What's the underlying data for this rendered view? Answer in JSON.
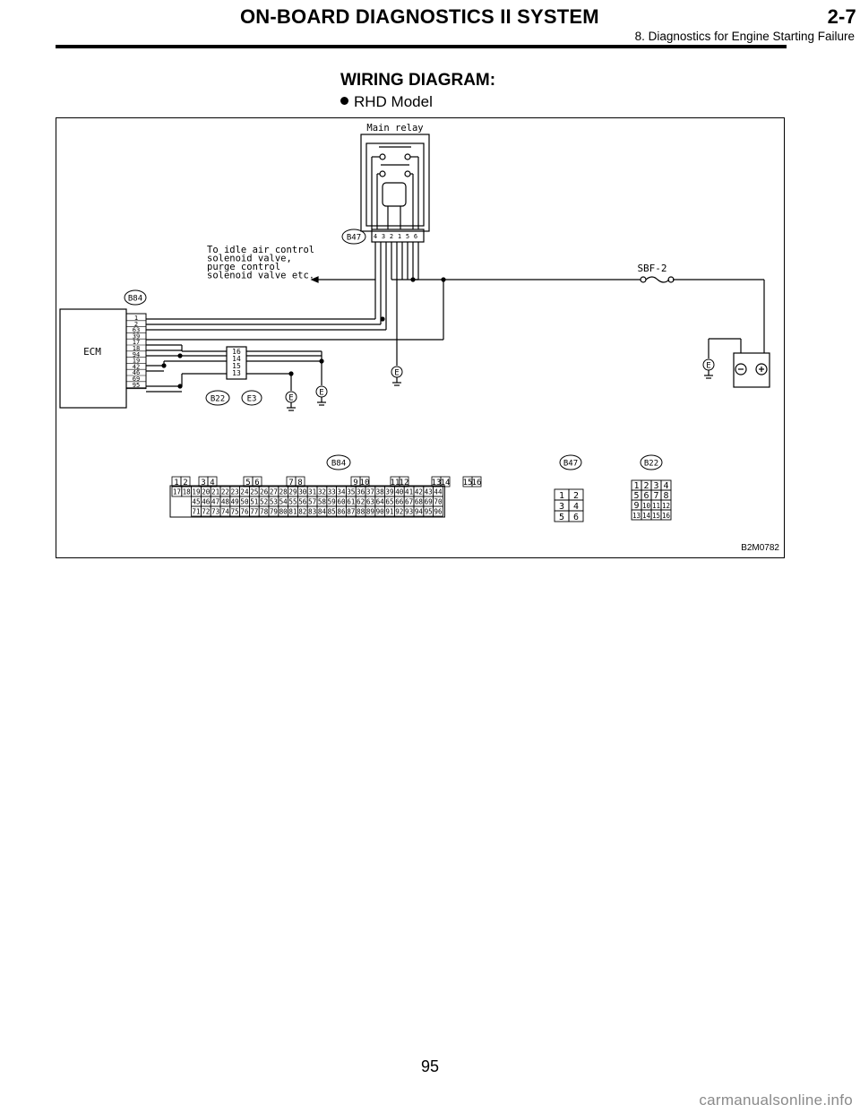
{
  "header": {
    "title": "ON-BOARD DIAGNOSTICS II SYSTEM",
    "section_number": "2-7",
    "subtitle": "8. Diagnostics for Engine Starting Failure"
  },
  "section": {
    "title": "WIRING DIAGRAM:",
    "model": "RHD Model"
  },
  "diagram": {
    "figure_id": "B2M0782",
    "main_relay_label": "Main relay",
    "relay_connector": "B47",
    "relay_pins": [
      "4",
      "3",
      "2",
      "1",
      "5",
      "6"
    ],
    "destination_label": [
      "To idle air control",
      "solenoid valve,",
      "purge control",
      "solenoid valve etc."
    ],
    "fuse_label": "SBF-2",
    "ecm_label": "ECM",
    "ecm_connector": "B84",
    "ecm_pins": [
      "1",
      "2",
      "63",
      "39",
      "17",
      "18",
      "94",
      "19",
      "42",
      "46",
      "69",
      "95"
    ],
    "joint_pins": [
      "16",
      "14",
      "15",
      "13"
    ],
    "joint_connectors": [
      "B22",
      "E3"
    ],
    "ground_symbol": "E",
    "connector_views": {
      "b84": {
        "label": "B84",
        "top_row": [
          "1",
          "2",
          "3",
          "4",
          "5",
          "6",
          "7",
          "8",
          "9",
          "10",
          "11",
          "12",
          "13",
          "14",
          "15",
          "16"
        ],
        "row1": [
          "17",
          "18",
          "19",
          "20",
          "21",
          "22",
          "23",
          "24",
          "25",
          "26",
          "27",
          "28",
          "29",
          "30",
          "31",
          "32",
          "33",
          "34",
          "35",
          "36",
          "37",
          "38",
          "39",
          "40",
          "41",
          "42",
          "43",
          "44"
        ],
        "row2": [
          "45",
          "46",
          "47",
          "48",
          "49",
          "50",
          "51",
          "52",
          "53",
          "54",
          "55",
          "56",
          "57",
          "58",
          "59",
          "60",
          "61",
          "62",
          "63",
          "64",
          "65",
          "66",
          "67",
          "68",
          "69",
          "70"
        ],
        "row3": [
          "71",
          "72",
          "73",
          "74",
          "75",
          "76",
          "77",
          "78",
          "79",
          "80",
          "81",
          "82",
          "83",
          "84",
          "85",
          "86",
          "87",
          "88",
          "89",
          "90",
          "91",
          "92",
          "93",
          "94",
          "95",
          "96"
        ]
      },
      "b47": {
        "label": "B47",
        "rows": [
          [
            "1",
            "2"
          ],
          [
            "3",
            "4"
          ],
          [
            "5",
            "6"
          ]
        ]
      },
      "b22": {
        "label": "B22",
        "rows": [
          [
            "1",
            "2",
            "3",
            "4"
          ],
          [
            "5",
            "6",
            "7",
            "8"
          ],
          [
            "9",
            "10",
            "11",
            "12"
          ],
          [
            "13",
            "14",
            "15",
            "16"
          ]
        ]
      }
    }
  },
  "page_number": "95",
  "watermark": "carmanualsonline.info"
}
